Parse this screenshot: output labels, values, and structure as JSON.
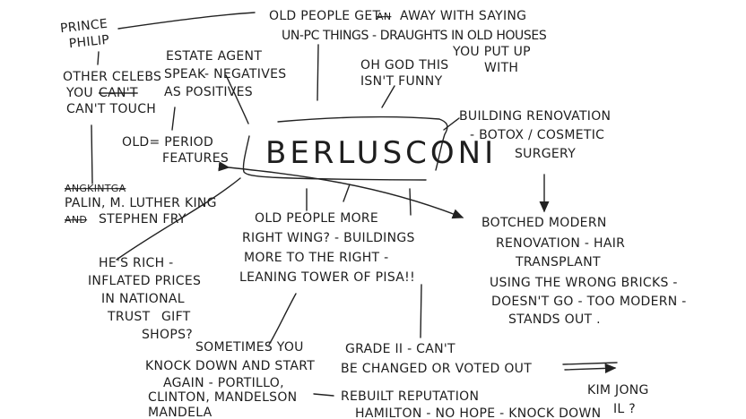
{
  "center": "BERLUSCONI",
  "nodes": {
    "prince_philip": [
      "PRINCE",
      "PHILIP"
    ],
    "other_celebs": [
      "OTHER CELEBS",
      "YOU",
      "CAN'T",
      "CAN'T TOUCH"
    ],
    "palin": [
      "ANGKINTGA",
      "PALIN, M. LUTHER KING",
      "AND",
      "STEPHEN FRY"
    ],
    "old_people_get_away": [
      "OLD PEOPLE GET",
      "AN",
      "AWAY WITH SAYING",
      "UN-PC THINGS - DRAUGHTS IN OLD HOUSES",
      "YOU PUT UP",
      "WITH"
    ],
    "estate_agent": [
      "ESTATE AGENT",
      "SPEAK- NEGATIVES",
      "AS POSITIVES"
    ],
    "old_period": [
      "OLD= PERIOD",
      "FEATURES"
    ],
    "oh_god": [
      "OH GOD THIS",
      "ISN'T FUNNY"
    ],
    "building_renovation": [
      "BUILDING RENOVATION",
      "- BOTOX / COSMETIC",
      "SURGERY"
    ],
    "botched": [
      "BOTCHED MODERN",
      "RENOVATION - HAIR",
      "TRANSPLANT",
      "USING THE WRONG BRICKS -",
      "DOESN'T GO - TOO MODERN -",
      "STANDS OUT ."
    ],
    "right_wing": [
      "OLD PEOPLE MORE",
      "RIGHT WING? - BUILDINGS",
      "MORE TO THE RIGHT -",
      "LEANING TOWER OF PISA!!"
    ],
    "rich": [
      "HE'S RICH -",
      "INFLATED PRICES",
      "IN NATIONAL",
      "TRUST",
      "GIFT",
      "SHOPS?"
    ],
    "knock_down": [
      "SOMETIMES YOU",
      "KNOCK DOWN AND START",
      "AGAIN - PORTILLO,",
      "CLINTON, MANDELSON",
      "MANDELA"
    ],
    "grade_ii": [
      "GRADE II - CAN'T",
      "BE CHANGED OR VOTED OUT"
    ],
    "rebuilt": [
      "REBUILT REPUTATION",
      "HAMILTON - NO HOPE - KNOCK DOWN"
    ],
    "kim": [
      "KIM JONG",
      "IL ?"
    ]
  },
  "colors": {
    "ink": "#1e1e1e",
    "paper": "#ffffff"
  }
}
